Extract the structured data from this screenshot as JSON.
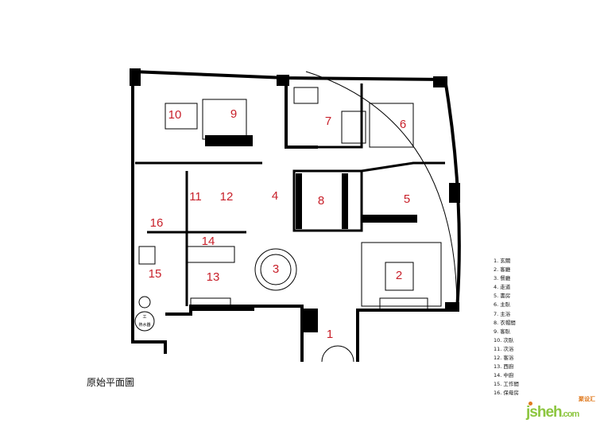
{
  "title": "原始平面圖",
  "rooms": [
    {
      "num": "1"
    },
    {
      "num": "2"
    },
    {
      "num": "3"
    },
    {
      "num": "4"
    },
    {
      "num": "5"
    },
    {
      "num": "6"
    },
    {
      "num": "7"
    },
    {
      "num": "8"
    },
    {
      "num": "9"
    },
    {
      "num": "10"
    },
    {
      "num": "11"
    },
    {
      "num": "12"
    },
    {
      "num": "13"
    },
    {
      "num": "14"
    },
    {
      "num": "15"
    },
    {
      "num": "16"
    }
  ],
  "legend": [
    "1. 玄關",
    "2. 客廳",
    "3. 餐廳",
    "4. 走道",
    "5. 書房",
    "6. 主臥",
    "7. 主浴",
    "8. 衣帽間",
    "9. 客臥",
    "10. 次臥",
    "11. 次浴",
    "12. 客浴",
    "13. 西廚",
    "14. 中廚",
    "15. 工作間",
    "16. 保母房"
  ],
  "fixtures": {
    "water_heater": "熱水器",
    "heater_mark": "工"
  },
  "watermark": {
    "brand": "jsheh",
    "tld": ".com",
    "cn": "聚设汇"
  },
  "colors": {
    "room_number": "#c8202a",
    "wall": "#000000",
    "logo": "#8cc63f"
  }
}
